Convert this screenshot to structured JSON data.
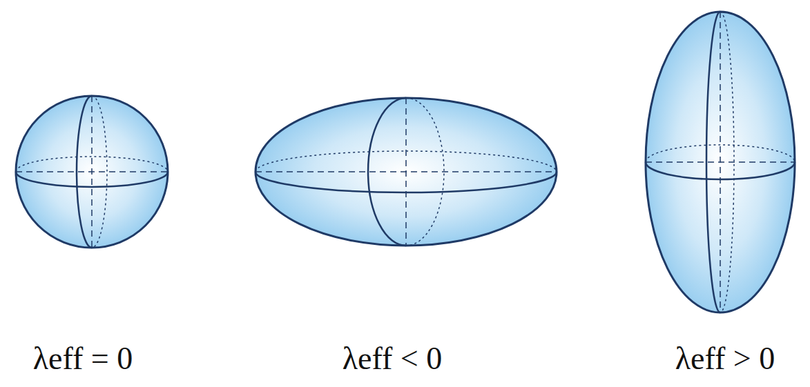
{
  "diagram": {
    "labels": [
      "λeff = 0",
      "λeff < 0",
      "λeff > 0"
    ]
  }
}
